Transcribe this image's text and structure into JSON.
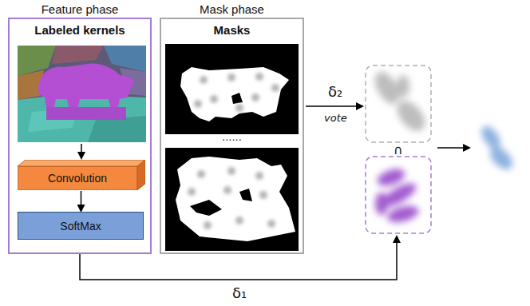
{
  "diagram": {
    "nodes": [
      {
        "text": [
          "Feature phase",
          "Labeled kernels"
        ]
      },
      {
        "text": [
          "Convolution"
        ],
        "in": 0
      },
      {
        "text": [
          "SoftMax"
        ],
        "in": 0
      },
      {
        "text": [
          "Mask phase",
          "Masks"
        ]
      }
    ],
    "edges": [
      {
        "from": 1,
        "to": 2,
        "arrow": "to"
      }
    ],
    "labels": [
      "δ₂",
      "vote",
      "∩",
      "......",
      "δ₁"
    ]
  }
}
